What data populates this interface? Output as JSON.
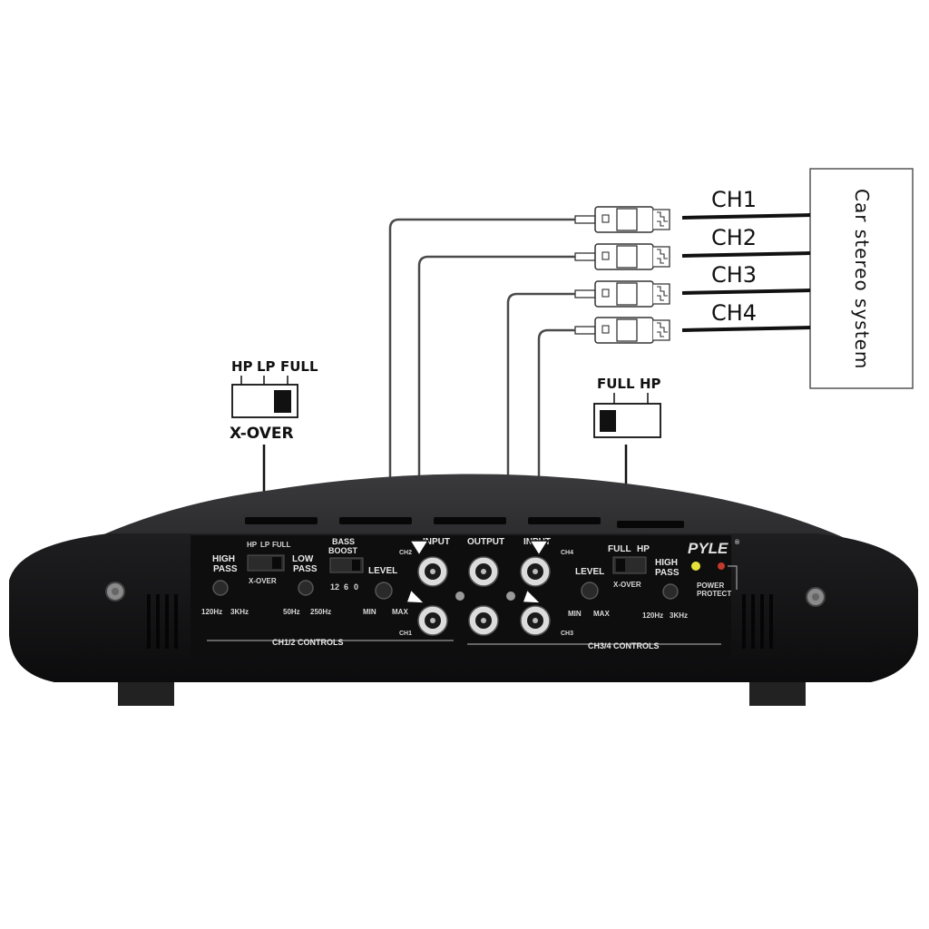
{
  "stereo": {
    "title": "Car stereo system",
    "channels": [
      "CH1",
      "CH2",
      "CH3",
      "CH4"
    ]
  },
  "callout_left": {
    "labels": [
      "HP",
      "LP",
      "FULL"
    ],
    "title": "X-OVER"
  },
  "callout_right": {
    "labels": [
      "FULL",
      "HP"
    ]
  },
  "amp": {
    "brand": "PYLE",
    "left": {
      "high_pass": [
        "HIGH",
        "PASS"
      ],
      "hp_range": [
        "120Hz",
        "3KHz"
      ],
      "xover_labels": [
        "HP",
        "LP",
        "FULL"
      ],
      "xover_title": "X-OVER",
      "low_pass": [
        "LOW",
        "PASS"
      ],
      "lp_range": [
        "50Hz",
        "250Hz"
      ],
      "bass_boost": [
        "BASS",
        "BOOST"
      ],
      "bass_values": [
        "12",
        "6",
        "0"
      ],
      "level": "LEVEL",
      "level_range": [
        "MIN",
        "MAX"
      ],
      "section": "CH1/2 CONTROLS"
    },
    "center": {
      "input_left": "INPUT",
      "output": "OUTPUT",
      "input_right": "INPUT",
      "ch2": "CH2",
      "ch1": "CH1",
      "ch4": "CH4",
      "ch3": "CH3"
    },
    "right": {
      "xover_labels": [
        "FULL",
        "HP"
      ],
      "xover_title": "X-OVER",
      "level": "LEVEL",
      "level_range": [
        "MIN",
        "MAX"
      ],
      "high_pass": [
        "HIGH",
        "PASS"
      ],
      "hp_range": [
        "120Hz",
        "3KHz"
      ],
      "power": "POWER",
      "protect": "PROTECT",
      "section": "CH3/4 CONTROLS"
    },
    "colors": {
      "body": "#1b1b1c",
      "panel": "#0f0f10",
      "power_led": "#e6e23a",
      "protect_led": "#c0392b"
    }
  }
}
